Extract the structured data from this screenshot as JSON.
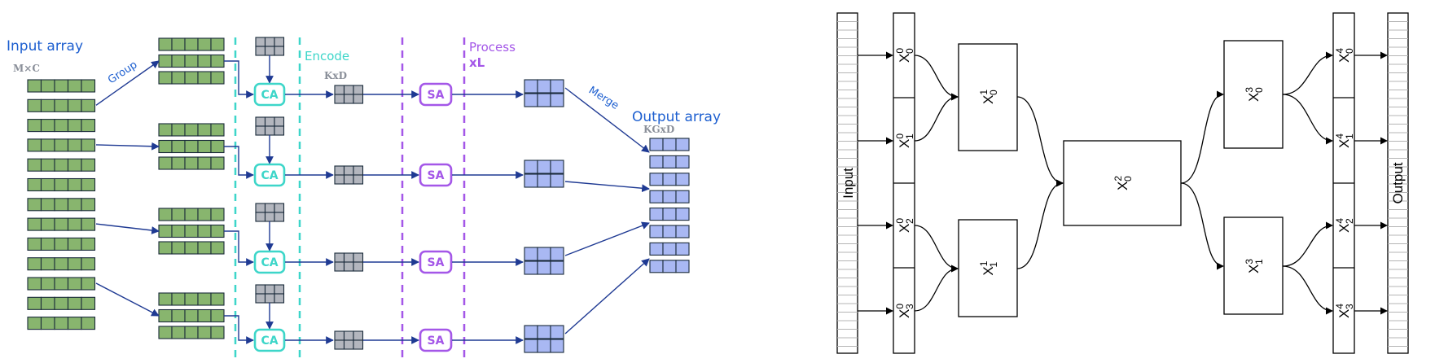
{
  "left": {
    "input_label": "Input array",
    "input_dim": "M×C",
    "group_label": "Group",
    "encode_label": "Encode",
    "encode_dim": "KxD",
    "process_label": "Process",
    "process_repeat": "xL",
    "merge_label": "Merge",
    "output_label": "Output array",
    "output_dim": "KGxD",
    "ca_label": "CA",
    "sa_label": "SA",
    "colors": {
      "green": "#88b56e",
      "blue": "#a9b8f3",
      "grey": "#b3b6be",
      "arrow": "#1f3a93",
      "teal": "#3dd6c9",
      "purple": "#a457e8"
    }
  },
  "right": {
    "input_label": "Input",
    "output_label": "Output",
    "nodes": {
      "x0_0": {
        "base": "X",
        "sup": "0",
        "sub": "0"
      },
      "x0_1": {
        "base": "X",
        "sup": "0",
        "sub": "1"
      },
      "x0_2": {
        "base": "X",
        "sup": "0",
        "sub": "2"
      },
      "x0_3": {
        "base": "X",
        "sup": "0",
        "sub": "3"
      },
      "x1_0": {
        "base": "X",
        "sup": "1",
        "sub": "0"
      },
      "x1_1": {
        "base": "X",
        "sup": "1",
        "sub": "1"
      },
      "x2_0": {
        "base": "X",
        "sup": "2",
        "sub": "0"
      },
      "x3_0": {
        "base": "X",
        "sup": "3",
        "sub": "0"
      },
      "x3_1": {
        "base": "X",
        "sup": "3",
        "sub": "1"
      },
      "x4_0": {
        "base": "X",
        "sup": "4",
        "sub": "0"
      },
      "x4_1": {
        "base": "X",
        "sup": "4",
        "sub": "1"
      },
      "x4_2": {
        "base": "X",
        "sup": "4",
        "sub": "2"
      },
      "x4_3": {
        "base": "X",
        "sup": "4",
        "sub": "3"
      }
    }
  }
}
